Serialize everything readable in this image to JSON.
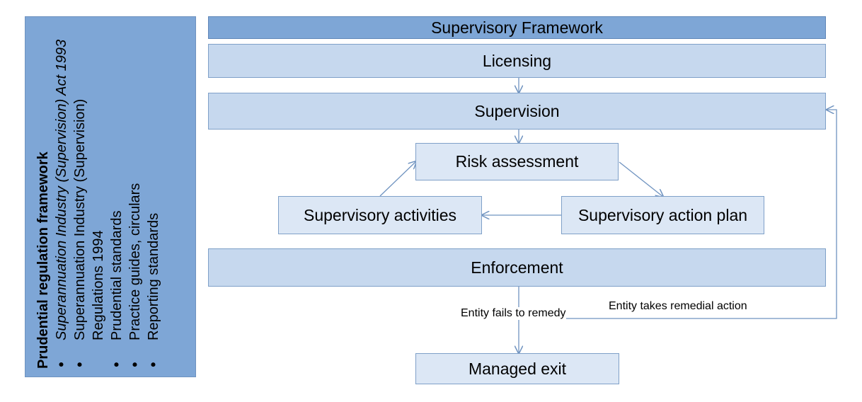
{
  "sidebar": {
    "title": "Prudential regulation framework",
    "items": [
      "Superannuation Industry (Supervision) Act 1993",
      "Superannuation Industry (Supervision) Regulations 1994",
      "Prudential standards",
      "Practice guides, circulars",
      "Reporting standards"
    ]
  },
  "diagram": {
    "header": "Supervisory Framework",
    "licensing": "Licensing",
    "supervision": "Supervision",
    "risk_assessment": "Risk assessment",
    "supervisory_activities": "Supervisory activities",
    "supervisory_action_plan": "Supervisory action plan",
    "enforcement": "Enforcement",
    "managed_exit": "Managed exit",
    "label_fails": "Entity fails to remedy",
    "label_remedial": "Entity takes remedial action"
  },
  "colors": {
    "header_fill": "#7ea6d6",
    "bar_fill": "#c6d8ee",
    "node_fill": "#dce7f5",
    "connector": "#6f93c0"
  }
}
